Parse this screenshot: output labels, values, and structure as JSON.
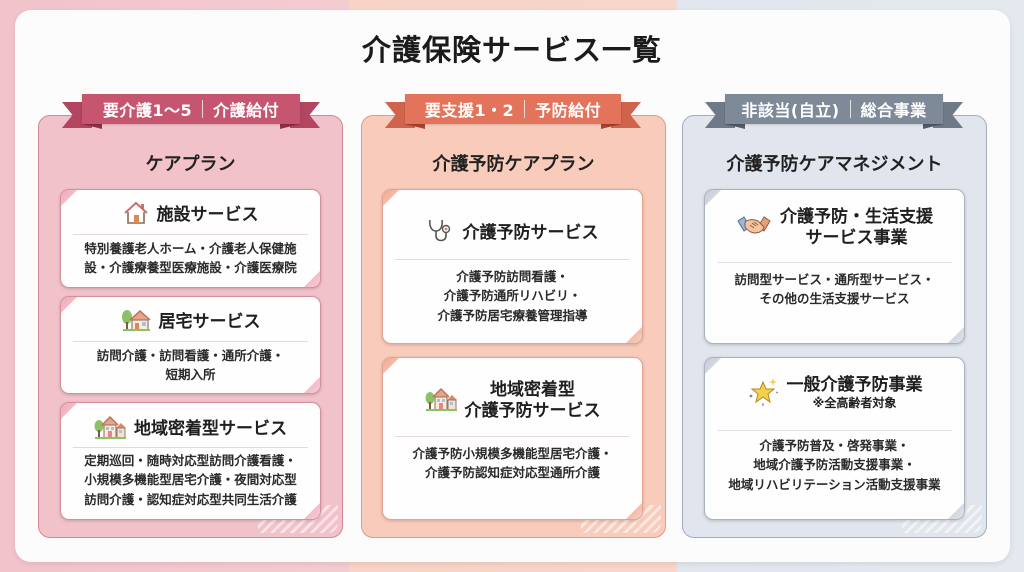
{
  "title": "介護保険サービス一覧",
  "colors": {
    "care": "#c6556f",
    "prevention": "#e3745b",
    "general": "#7f8a99",
    "bg_pink": "#f2c2cb",
    "bg_peach": "#f8cbbb",
    "bg_grey": "#e1e5ed"
  },
  "columns": [
    {
      "ribbon": {
        "left": "要介護1〜5",
        "right": "介護給付"
      },
      "plan": "ケアプラン",
      "cards": [
        {
          "icon": "house-icon",
          "title": "施設サービス",
          "lines": [
            "特別養護老人ホーム・介護老人保健施",
            "設・介護療養型医療施設・介護医療院"
          ]
        },
        {
          "icon": "home-with-tree-icon",
          "title": "居宅サービス",
          "lines": [
            "訪問介護・訪問看護・通所介護・",
            "短期入所"
          ]
        },
        {
          "icon": "community-houses-icon",
          "title": "地域密着型サービス",
          "lines": [
            "定期巡回・随時対応型訪問介護看護・",
            "小規模多機能型居宅介護・夜間対応型",
            "訪問介護・認知症対応型共同生活介護"
          ]
        }
      ]
    },
    {
      "ribbon": {
        "left": "要支援1・2",
        "right": "予防給付"
      },
      "plan": "介護予防ケアプラン",
      "cards": [
        {
          "icon": "stethoscope-icon",
          "title": "介護予防サービス",
          "lines": [
            "介護予防訪問看護・",
            "介護予防通所リハビリ・",
            "介護予防居宅療養管理指導"
          ]
        },
        {
          "icon": "community-houses-icon",
          "title_line1": "地域密着型",
          "title_line2": "介護予防サービス",
          "lines": [
            "介護予防小規模多機能型居宅介護・",
            "介護予防認知症対応型通所介護"
          ]
        }
      ]
    },
    {
      "ribbon": {
        "left": "非該当(自立)",
        "right": "総合事業"
      },
      "plan": "介護予防ケアマネジメント",
      "cards": [
        {
          "icon": "handshake-icon",
          "title_line1": "介護予防・生活支援",
          "title_line2": "サービス事業",
          "lines": [
            "訪問型サービス・通所型サービス・",
            "その他の生活支援サービス"
          ]
        },
        {
          "icon": "sparkle-star-icon",
          "title": "一般介護予防事業",
          "note": "※全高齢者対象",
          "lines": [
            "介護予防普及・啓発事業・",
            "地域介護予防活動支援事業・",
            "地域リハビリテーション活動支援事業"
          ]
        }
      ]
    }
  ]
}
